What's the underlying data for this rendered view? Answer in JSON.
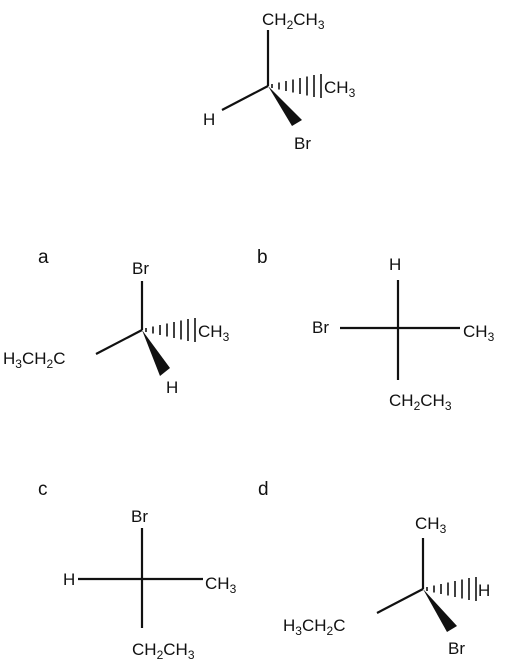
{
  "ink_color": "#111111",
  "background": "#ffffff",
  "reference": {
    "top": [
      "CH",
      "2",
      "CH",
      "3"
    ],
    "right": [
      "CH",
      "3"
    ],
    "left": "H",
    "bottom": "Br"
  },
  "options": {
    "a": {
      "letter": "a",
      "top": "Br",
      "right": [
        "CH",
        "3"
      ],
      "left": [
        "H",
        "3",
        "CH",
        "2",
        "C"
      ],
      "bottom": "H"
    },
    "b": {
      "letter": "b",
      "top": "H",
      "left": "Br",
      "right": [
        "CH",
        "3"
      ],
      "bottom": [
        "CH",
        "2",
        "CH",
        "3"
      ]
    },
    "c": {
      "letter": "c",
      "top": "Br",
      "left": "H",
      "right": [
        "CH",
        "3"
      ],
      "bottom": [
        "CH",
        "2",
        "CH",
        "3"
      ]
    },
    "d": {
      "letter": "d",
      "top": [
        "CH",
        "3"
      ],
      "right": "H",
      "left": [
        "H",
        "3",
        "CH",
        "2",
        "C"
      ],
      "bottom": "Br"
    }
  }
}
